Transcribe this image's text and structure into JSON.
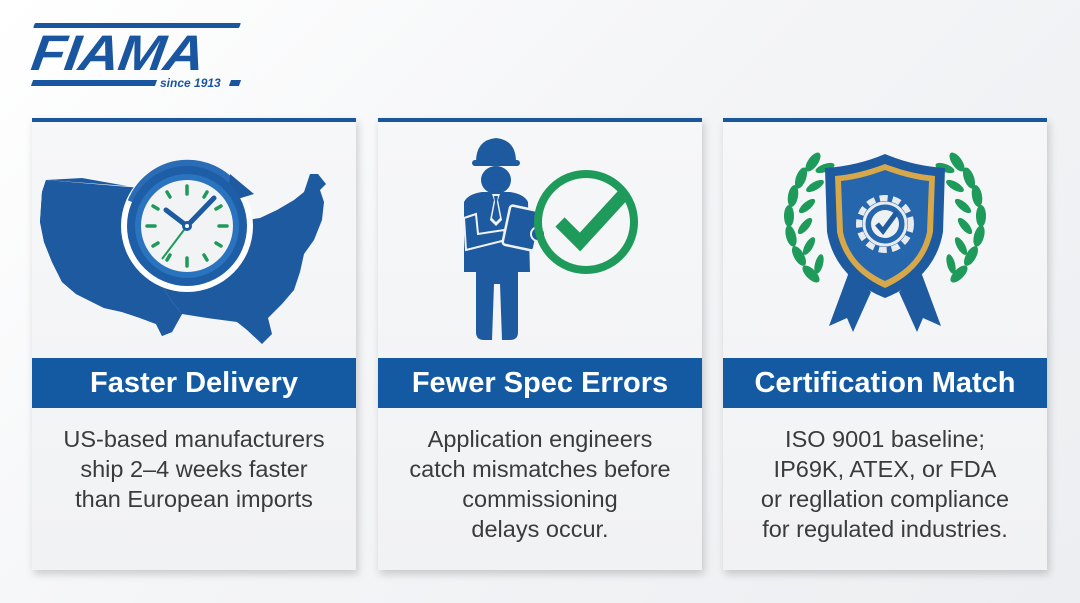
{
  "logo": {
    "brand": "FIAMA",
    "tagline": "since 1913",
    "color": "#1a56a0"
  },
  "colors": {
    "primary_blue": "#135aa2",
    "accent_green": "#1e9a5a",
    "gold": "#d6a84a",
    "body_text": "#3b3b3b"
  },
  "cards": [
    {
      "icon": "us-map-clock-icon",
      "title": "Faster Delivery",
      "lines": [
        "US-based manufacturers",
        "ship 2–4 weeks faster",
        "than European imports"
      ]
    },
    {
      "icon": "engineer-checkmark-icon",
      "title": "Fewer Spec Errors",
      "lines": [
        "Application engineers",
        "catch mismatches before",
        "commissioning",
        "delays occur."
      ]
    },
    {
      "icon": "certification-shield-icon",
      "title": "Certification Match",
      "lines": [
        "ISO 9001 baseline;",
        "IP69K, ATEX, or FDA",
        "or regllation compliance",
        "for regulated industries."
      ]
    }
  ]
}
